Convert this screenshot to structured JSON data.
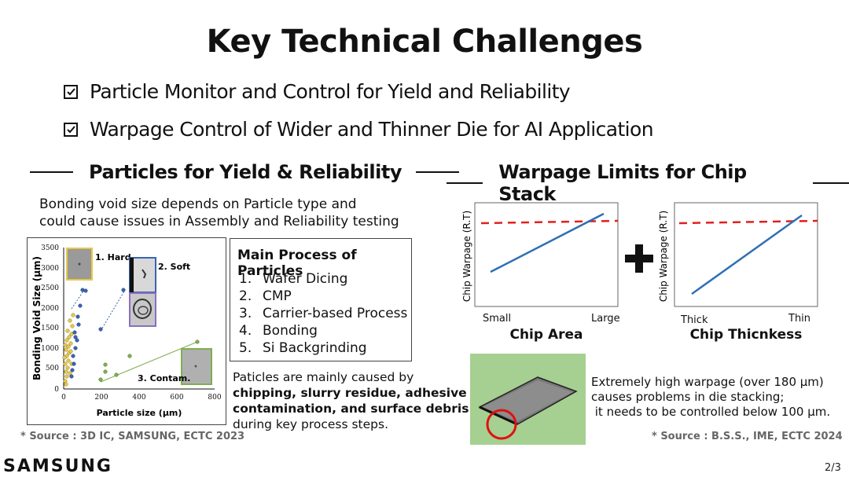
{
  "title": "Key Technical Challenges",
  "bullets": [
    "Particle Monitor and Control for Yield and Reliability",
    "Warpage Control of Wider and Thinner Die for AI Application"
  ],
  "left": {
    "heading": "Particles for Yield & Reliability",
    "desc_line1": "Bonding void size depends on Particle type and",
    "desc_line2": "could cause issues in Assembly and Reliability testing",
    "chart": {
      "ylabel": "Bonding Void Size (μm)",
      "xlabel": "Particle size (μm)",
      "yticks": [
        "3500",
        "3000",
        "2500",
        "2000",
        "1500",
        "1000",
        "500",
        "0"
      ],
      "xticks": [
        "0",
        "200",
        "400",
        "600",
        "800"
      ],
      "label_hard": "1. Hard",
      "label_soft": "2. Soft",
      "label_contam": "3. Contam."
    },
    "process_box": {
      "title": "Main Process of Particles",
      "items": [
        {
          "num": "1.",
          "text": "Wafer Dicing"
        },
        {
          "num": "2.",
          "text": "CMP"
        },
        {
          "num": "3.",
          "text": "Carrier-based Process"
        },
        {
          "num": "4.",
          "text": "Bonding"
        },
        {
          "num": "5.",
          "text": "Si Backgrinding"
        }
      ]
    },
    "note_line1": "Paticles are mainly caused by",
    "note_bold1": "chipping, slurry residue, adhesive",
    "note_bold2": "contamination, and surface debris",
    "note_line4": "during key process steps.",
    "source": "* Source : 3D IC,  SAMSUNG, ECTC 2023"
  },
  "right": {
    "heading": "Warpage Limits for Chip Stack",
    "chart1": {
      "ylabel": "Chip Warpage (R.T)",
      "x_left": "Small",
      "x_right": "Large",
      "caption": "Chip Area"
    },
    "plus": "+",
    "chart2": {
      "ylabel": "Chip Warpage (R.T)",
      "x_left": "Thick",
      "x_right": "Thin",
      "caption": "Chip Thicnkess"
    },
    "warp_line1": "Extremely high warpage (over 180 μm)",
    "warp_line2": "causes problems in die stacking;",
    "warp_line3": " it needs to be controlled below 100 μm.",
    "source": "* Source : B.S.S., IME, ECTC 2024"
  },
  "footer": {
    "brand": "SAMSUNG",
    "page": "2/3"
  },
  "colors": {
    "trend": "#2e6fb5",
    "limit": "#e02020",
    "hard": "#e8c84a",
    "soft": "#3b64b0",
    "contam": "#7fae4f"
  }
}
